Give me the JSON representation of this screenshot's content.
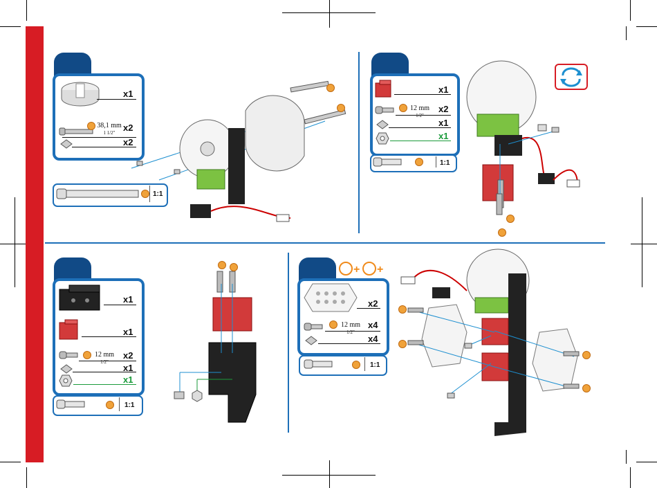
{
  "colors": {
    "accent_red": "#d71c24",
    "panel_blue": "#1d6fb8",
    "tab_navy": "#114a86",
    "green_qty": "#1a9a3a",
    "badge_orange": "#f0a23a"
  },
  "steps": [
    {
      "parts": [
        {
          "icon": "round-housing-icon",
          "qty": "x1"
        },
        {
          "icon": "bolt-icon",
          "dim": "38,1 mm",
          "dim_sub": "1 1/2\"",
          "qty": "x2"
        },
        {
          "icon": "square-nut-icon",
          "qty": "x2"
        }
      ],
      "scale": "1:1"
    },
    {
      "parts": [
        {
          "icon": "red-bracket-icon",
          "qty": "x1"
        },
        {
          "icon": "screw-icon",
          "dim": "12 mm",
          "dim_sub": "1/2\"",
          "qty": "x2"
        },
        {
          "icon": "square-nut-icon",
          "qty": "x1"
        },
        {
          "icon": "lock-nut-icon",
          "qty": "x1",
          "color": "green"
        }
      ],
      "scale": "1:1",
      "rotate_icon": "rotate-arrows-icon"
    },
    {
      "parts": [
        {
          "icon": "black-bracket-icon",
          "qty": "x1"
        },
        {
          "icon": "red-bracket-icon",
          "qty": "x1"
        },
        {
          "icon": "screw-icon",
          "dim": "12 mm",
          "dim_sub": "1/2\"",
          "qty": "x2"
        },
        {
          "icon": "square-nut-icon",
          "qty": "x1"
        },
        {
          "icon": "lock-nut-icon",
          "qty": "x1",
          "color": "green"
        }
      ],
      "scale": "1:1"
    },
    {
      "parts": [
        {
          "icon": "octagon-plate-icon",
          "qty": "x2"
        },
        {
          "icon": "screw-icon",
          "dim": "12 mm",
          "dim_sub": "1/2\"",
          "qty": "x4"
        },
        {
          "icon": "square-nut-icon",
          "qty": "x4"
        }
      ],
      "scale": "1:1",
      "header_icons": [
        "circle-plus-icon",
        "circle-plus-icon"
      ]
    }
  ]
}
